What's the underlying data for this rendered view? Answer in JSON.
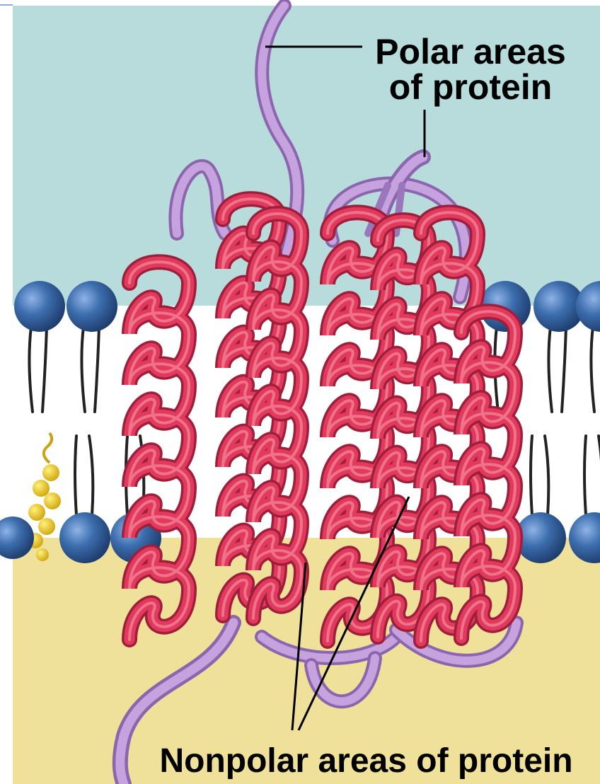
{
  "labels": {
    "polar_line1": "Polar areas",
    "polar_line2": "of protein",
    "nonpolar": "Nonpolar areas of protein"
  },
  "colors": {
    "extracellular": "#b7dcdb",
    "membrane_core": "#ffffff",
    "cytoplasm": "#efe09a",
    "phospholipid_head": "#2f5c96",
    "helix": "#e23a5c",
    "polar_chain": "#b690cf",
    "cholesterol": "#e8c21f"
  },
  "icons": {
    "phospholipid": "phospholipid-icon",
    "cholesterol": "cholesterol-icon",
    "helix": "alpha-helix-icon"
  }
}
